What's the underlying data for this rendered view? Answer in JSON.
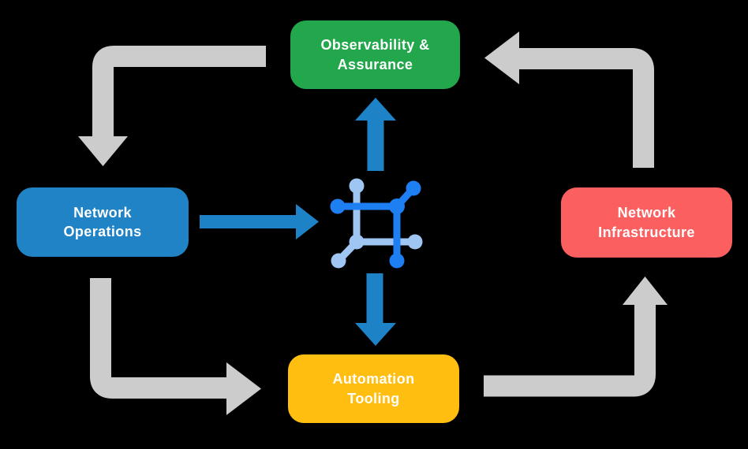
{
  "diagram": {
    "nodes": {
      "observability": {
        "label": "Observability &\nAssurance",
        "color": "#23A74C"
      },
      "operations": {
        "label": "Network\nOperations",
        "color": "#1F83C5"
      },
      "infrastructure": {
        "label": "Network\nInfrastructure",
        "color": "#FC5F5F"
      },
      "automation": {
        "label": "Automation\nTooling",
        "color": "#FFBE10"
      }
    },
    "colors": {
      "background": "#000000",
      "cycle_arrow_gray": "#CCCCCC",
      "flow_arrow_blue": "#1E82C6",
      "icon_dark_blue": "#1E7FF2",
      "icon_light_blue": "#9FC6F2",
      "label_text": "#FFFFFF"
    },
    "center_icon": "network-mesh-icon"
  }
}
